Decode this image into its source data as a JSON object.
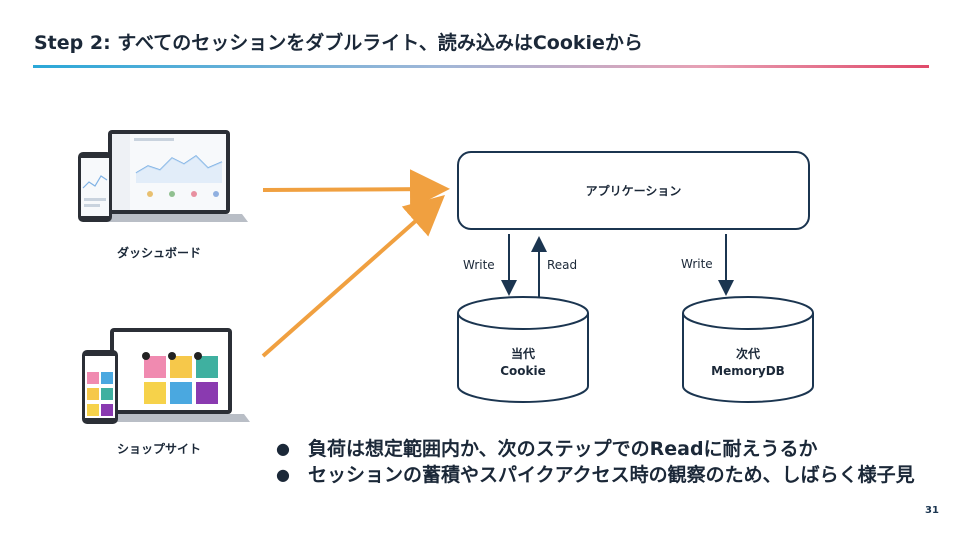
{
  "slide": {
    "title": "Step 2: すべてのセッションをダブルライト、読み込みはCookieから",
    "page_number": "31"
  },
  "clients": [
    {
      "label": "ダッシュボード",
      "icon": "dashboard-laptop-phone-icon"
    },
    {
      "label": "ショップサイト",
      "icon": "shop-laptop-phone-icon"
    }
  ],
  "nodes": {
    "application": "アプリケーション",
    "current_store": {
      "line1": "当代",
      "line2": "Cookie"
    },
    "next_store": {
      "line1": "次代",
      "line2": "MemoryDB"
    }
  },
  "edges": {
    "write_current": "Write",
    "read_current": "Read",
    "write_next": "Write"
  },
  "bullets": [
    "負荷は想定範囲内か、次のステップでのReadに耐えうるか",
    "セッションの蓄積やスパイクアクセス時の観察のため、しばらく様子見"
  ],
  "colors": {
    "arrow_orange": "#f0a040",
    "stroke_navy": "#1b3550"
  }
}
